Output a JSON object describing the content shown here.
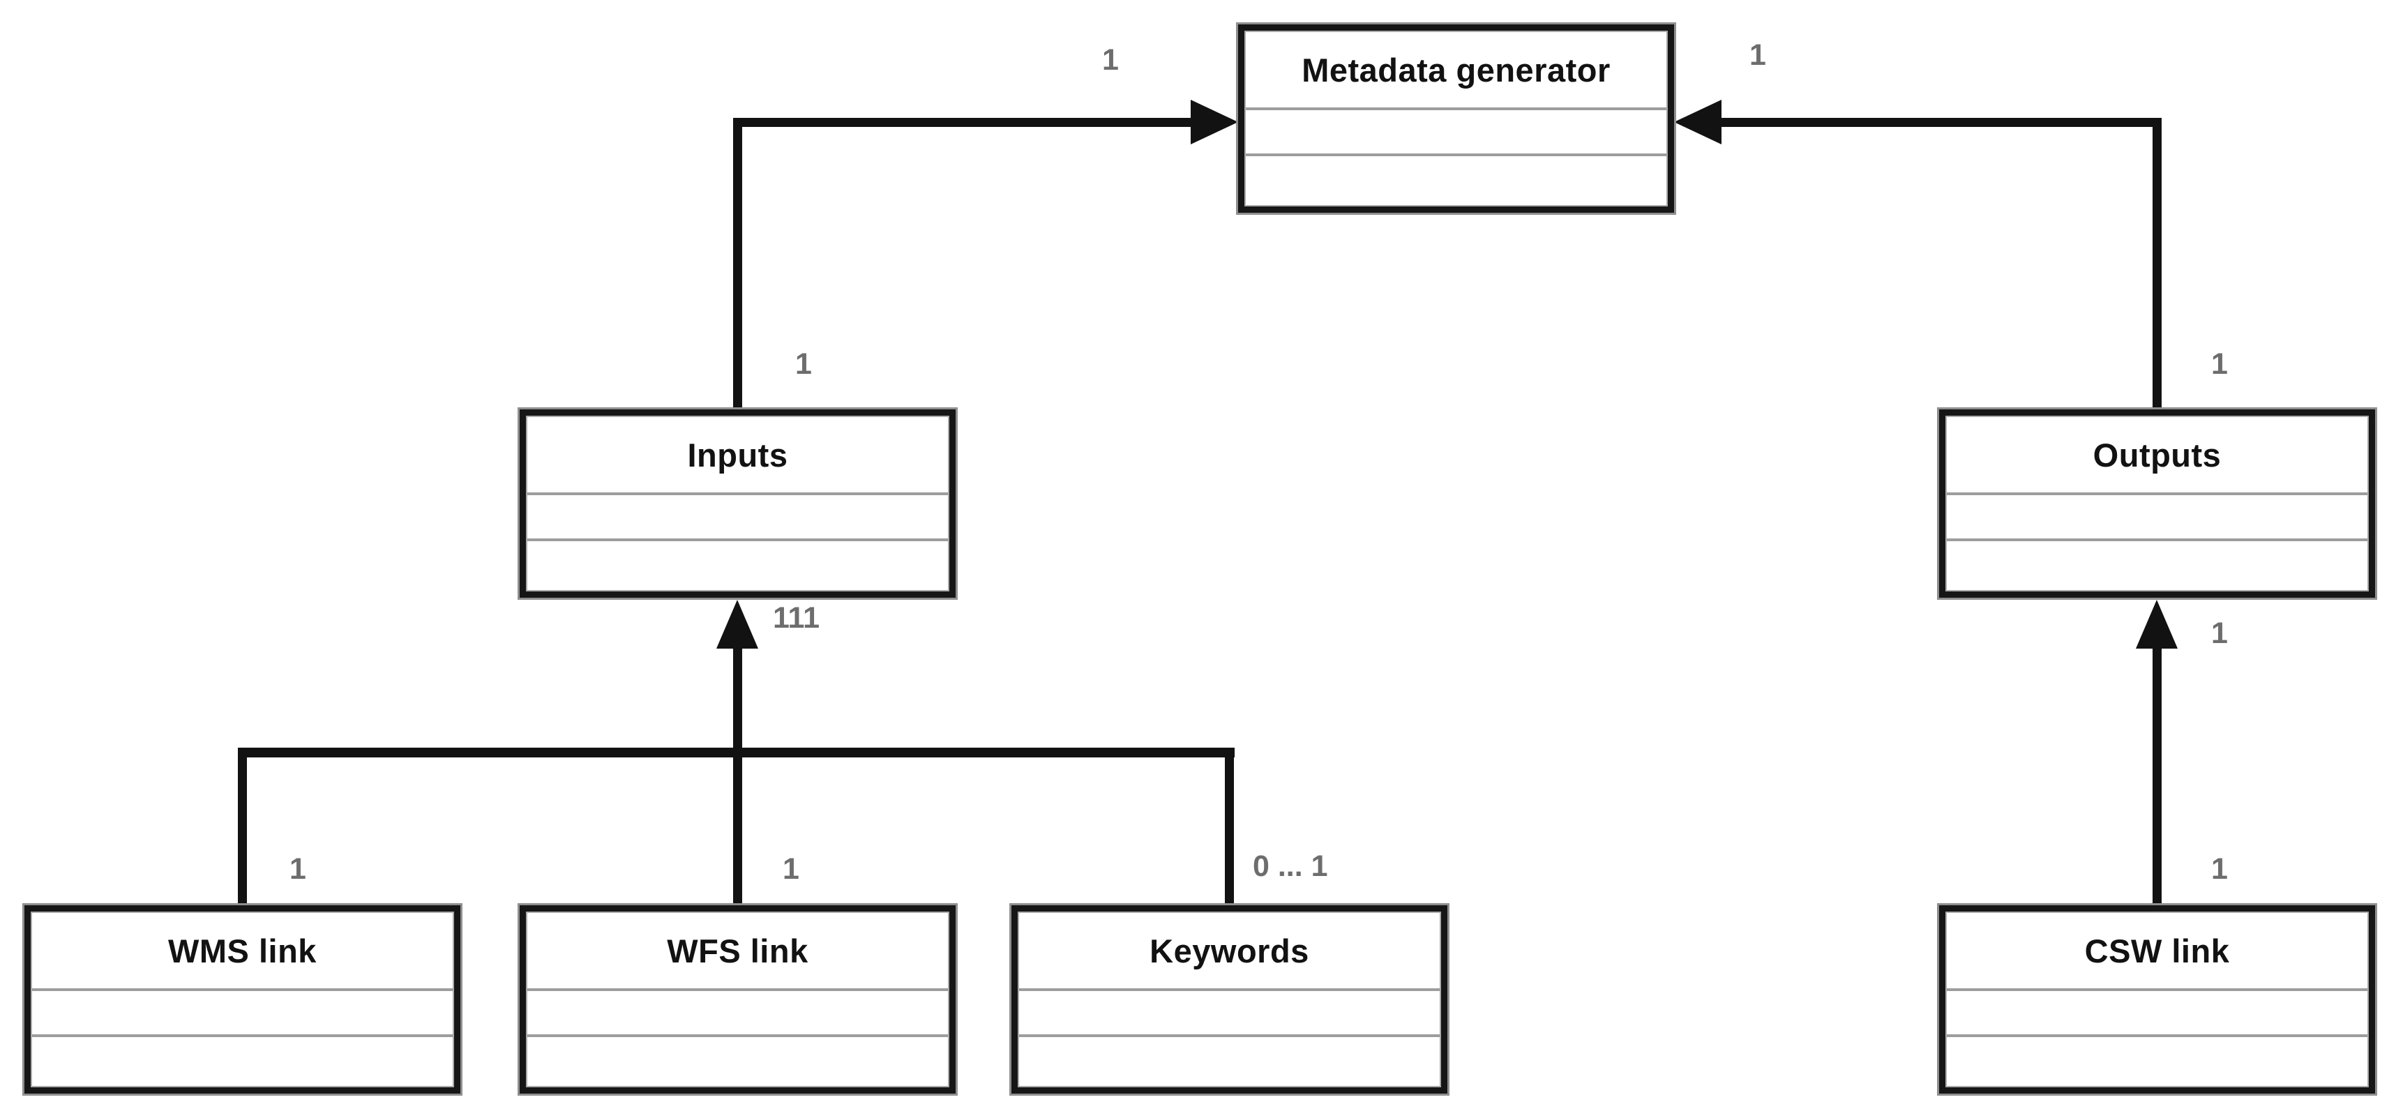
{
  "diagram": {
    "nodes": {
      "metadata": {
        "title": "Metadata generator"
      },
      "inputs": {
        "title": "Inputs"
      },
      "outputs": {
        "title": "Outputs"
      },
      "wms": {
        "title": "WMS link"
      },
      "wfs": {
        "title": "WFS link"
      },
      "keywords": {
        "title": "Keywords"
      },
      "csw": {
        "title": "CSW link"
      }
    },
    "multiplicities": {
      "meta_left": "1",
      "meta_right": "1",
      "inputs_top": "1",
      "inputs_bottom": "111",
      "outputs_top": "1",
      "outputs_bottom": "1",
      "wms_top": "1",
      "wfs_top": "1",
      "keywords_top": "0 ... 1",
      "csw_top": "1"
    },
    "colors": {
      "line": "#121212",
      "node_border": "#161616",
      "node_halo": "#8f8f8f",
      "divider": "#9d9d9d",
      "label": "#6d6d6d",
      "background": "#ffffff"
    }
  }
}
